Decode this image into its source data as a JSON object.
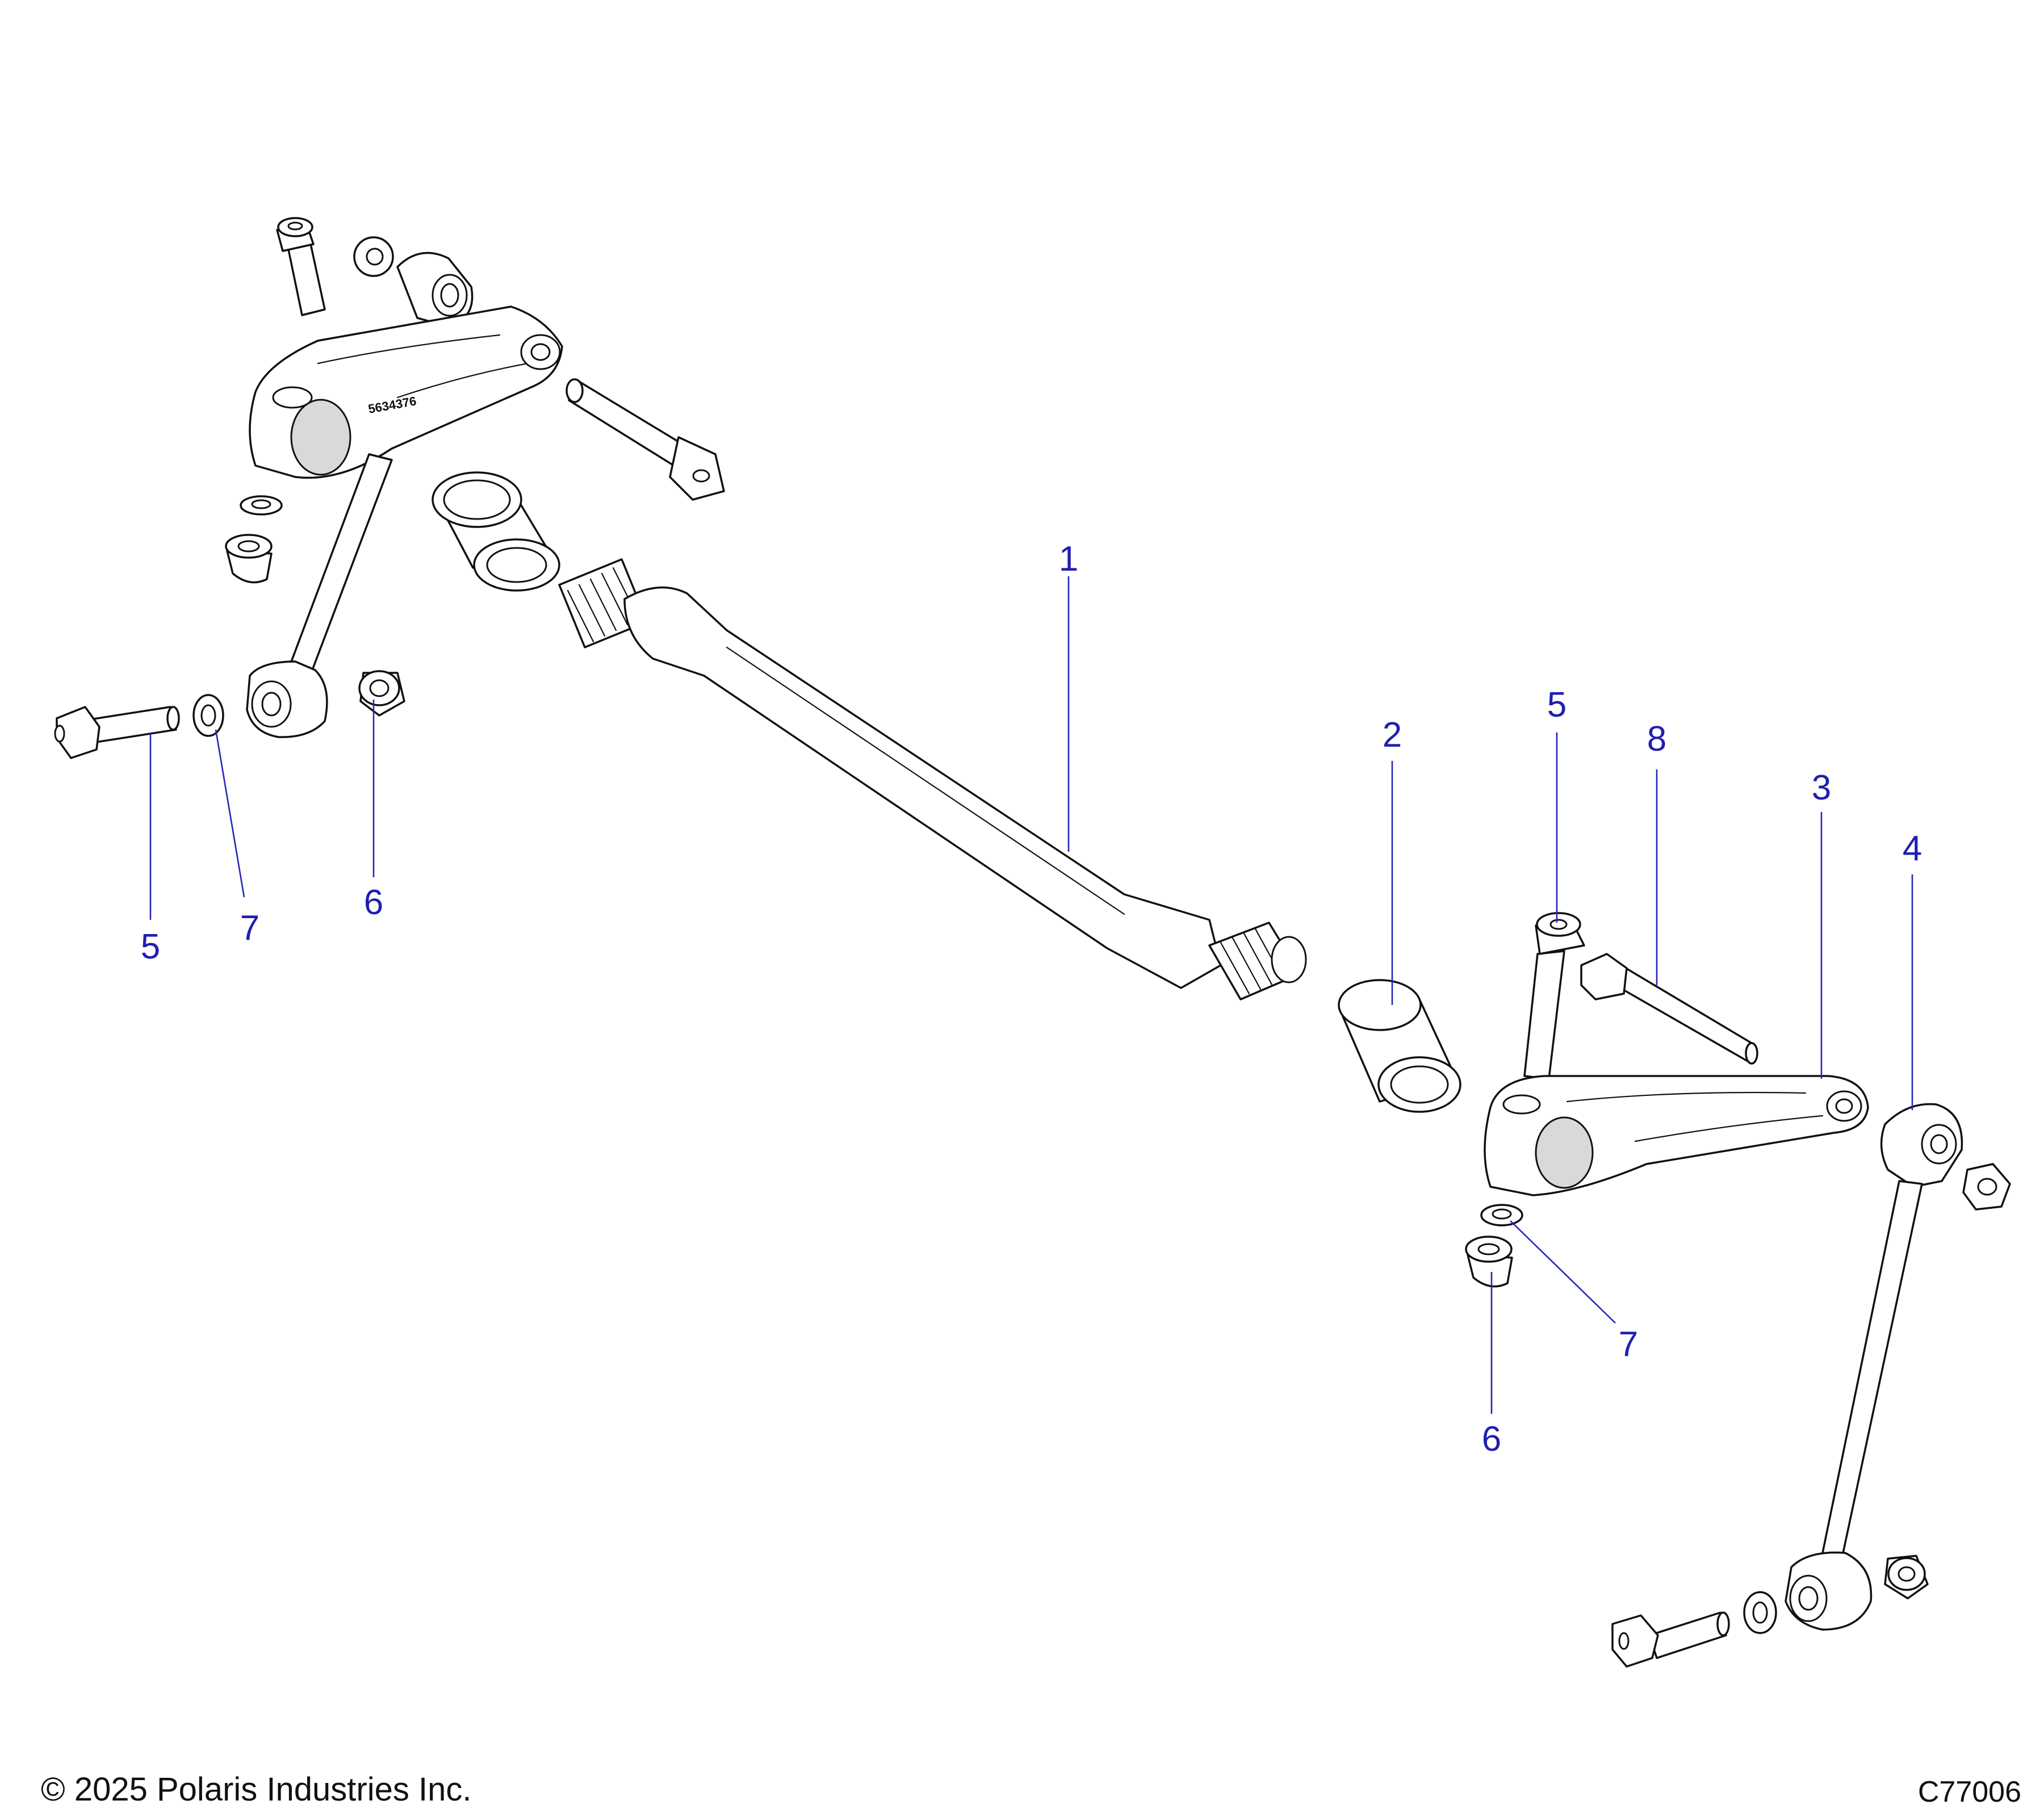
{
  "callouts": [
    {
      "id": "1"
    },
    {
      "id": "2"
    },
    {
      "id": "3"
    },
    {
      "id": "4"
    },
    {
      "id": "5"
    },
    {
      "id": "5"
    },
    {
      "id": "6"
    },
    {
      "id": "6"
    },
    {
      "id": "7"
    },
    {
      "id": "7"
    },
    {
      "id": "8"
    }
  ],
  "part_stamp": "5634376",
  "footer": {
    "copyright": "© 2025 Polaris Industries Inc.",
    "figure_id": "C77006"
  },
  "colors": {
    "callout": "#1f1fb0",
    "line": "#111111"
  }
}
